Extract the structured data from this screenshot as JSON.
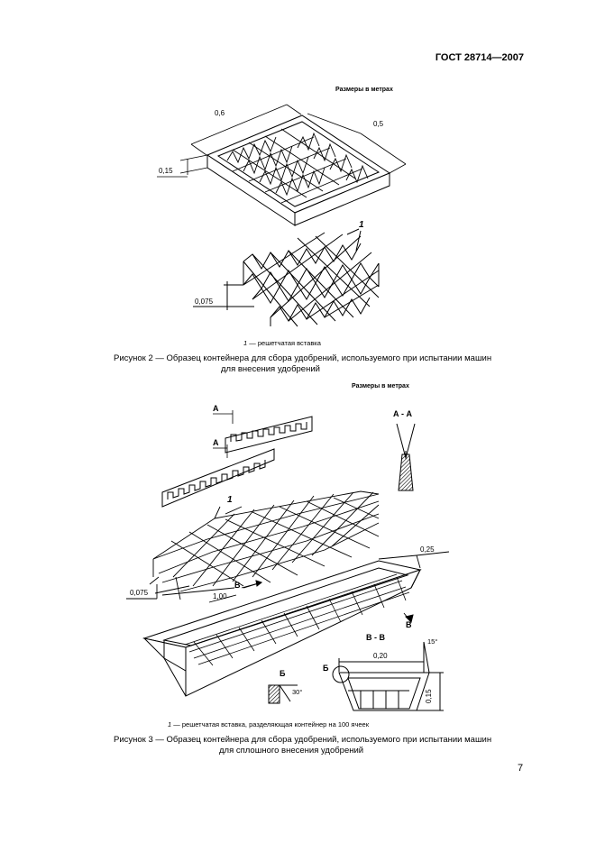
{
  "header": {
    "standard": "ГОСТ 28714—2007"
  },
  "figure2": {
    "units_note": "Размеры в метрах",
    "dims": {
      "length": "0,6",
      "width": "0,5",
      "height": "0,15",
      "insert_height": "0,075"
    },
    "callout": "1",
    "legend_num": "1",
    "legend_text": "— решетчатая вставка",
    "caption_line1": "Рисунок 2 — Образец контейнера для сбора удобрений, используемого при испытании машин",
    "caption_line2": "для внесения удобрений"
  },
  "figure3": {
    "units_note": "Размеры в метрах",
    "section_a": "А - А",
    "arrow_a": "А",
    "callout": "1",
    "dims": {
      "width": "0,25",
      "length": "1,00",
      "insert_height": "0,075",
      "section_width": "0,20",
      "section_height": "0,15",
      "angle_b": "15°",
      "angle_detail": "30°"
    },
    "arrow_b": "В",
    "section_b": "В - В",
    "detail_label": "Б",
    "legend_num": "1",
    "legend_text": "— решетчатая вставка, разделяющая контейнер на 100 ячеек",
    "caption_line1": "Рисунок 3 — Образец контейнера для сбора удобрений, используемого при испытании машин",
    "caption_line2": "для сплошного внесения удобрений"
  },
  "page_number": "7"
}
